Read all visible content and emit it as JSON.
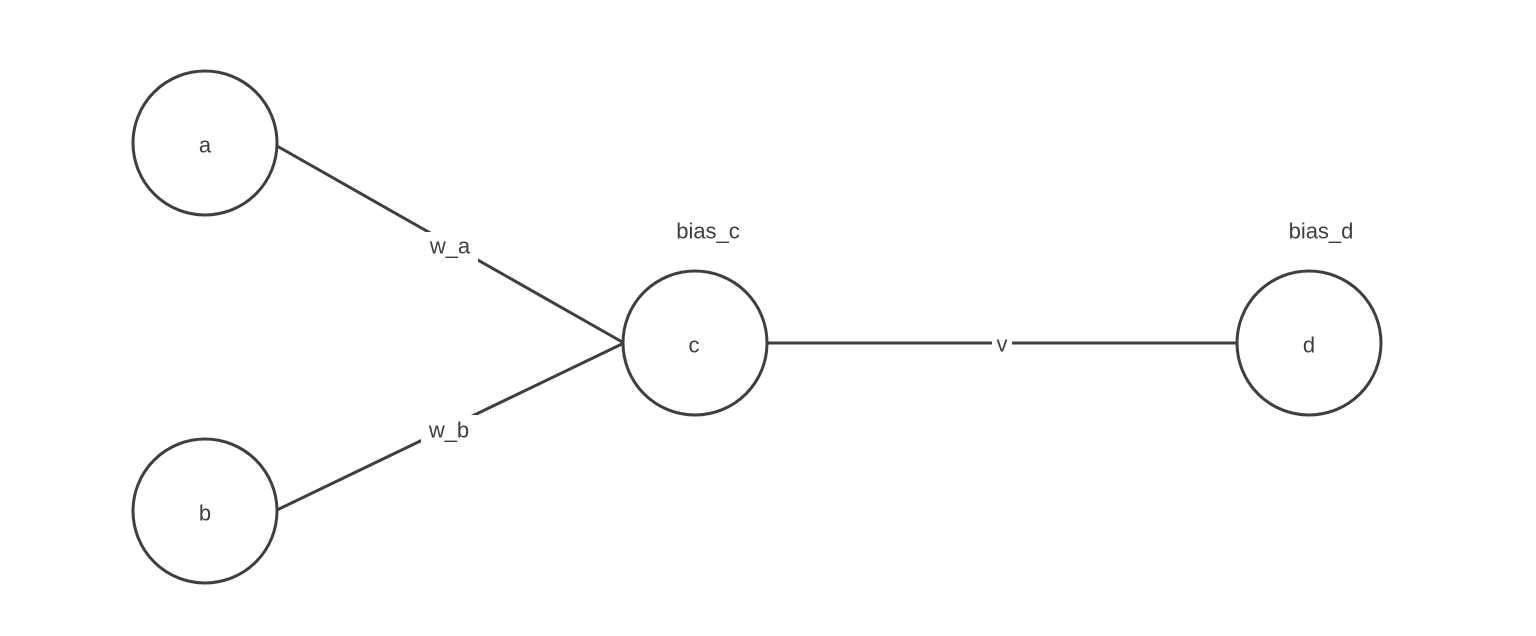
{
  "colors": {
    "stroke": "#3f3f3f",
    "text": "#3f3f3f",
    "background": "#ffffff"
  },
  "nodes": [
    {
      "id": "a",
      "label": "a"
    },
    {
      "id": "b",
      "label": "b"
    },
    {
      "id": "c",
      "label": "c",
      "bias": "bias_c"
    },
    {
      "id": "d",
      "label": "d",
      "bias": "bias_d"
    }
  ],
  "edges": [
    {
      "from": "a",
      "to": "c",
      "label": "w_a"
    },
    {
      "from": "b",
      "to": "c",
      "label": "w_b"
    },
    {
      "from": "c",
      "to": "d",
      "label": "v"
    }
  ]
}
